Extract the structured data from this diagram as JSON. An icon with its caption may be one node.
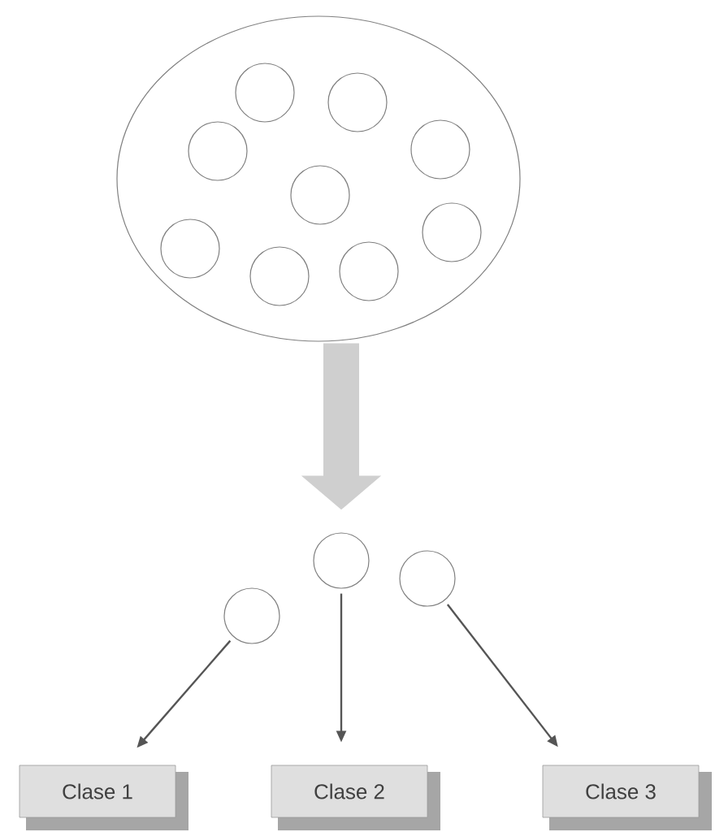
{
  "diagram": {
    "nodes": [
      {
        "text": [],
        "shape": "ellipse"
      },
      {
        "text": [],
        "shape": "circle",
        "in": 0
      },
      {
        "text": [],
        "shape": "circle",
        "in": 0
      },
      {
        "text": [],
        "shape": "circle",
        "in": 0
      },
      {
        "text": [],
        "shape": "circle",
        "in": 0
      },
      {
        "text": [],
        "shape": "circle",
        "in": 0
      },
      {
        "text": [],
        "shape": "circle",
        "in": 0
      },
      {
        "text": [],
        "shape": "circle",
        "in": 0
      },
      {
        "text": [],
        "shape": "circle",
        "in": 0
      },
      {
        "text": [],
        "shape": "circle",
        "in": 0
      },
      {
        "text": [],
        "shape": "circle"
      },
      {
        "text": [],
        "shape": "circle"
      },
      {
        "text": [],
        "shape": "circle"
      },
      {
        "text": [
          "Clase 1"
        ]
      },
      {
        "text": [
          "Clase 2"
        ]
      },
      {
        "text": [
          "Clase 3"
        ]
      }
    ],
    "edges": [
      {
        "from": 0,
        "to": 11,
        "arrow": "to",
        "style": "thick",
        "color": "#cfcfcf"
      },
      {
        "from": 10,
        "to": 13,
        "arrow": "to"
      },
      {
        "from": 11,
        "to": 14,
        "arrow": "to"
      },
      {
        "from": 12,
        "to": 15,
        "arrow": "to"
      }
    ]
  }
}
